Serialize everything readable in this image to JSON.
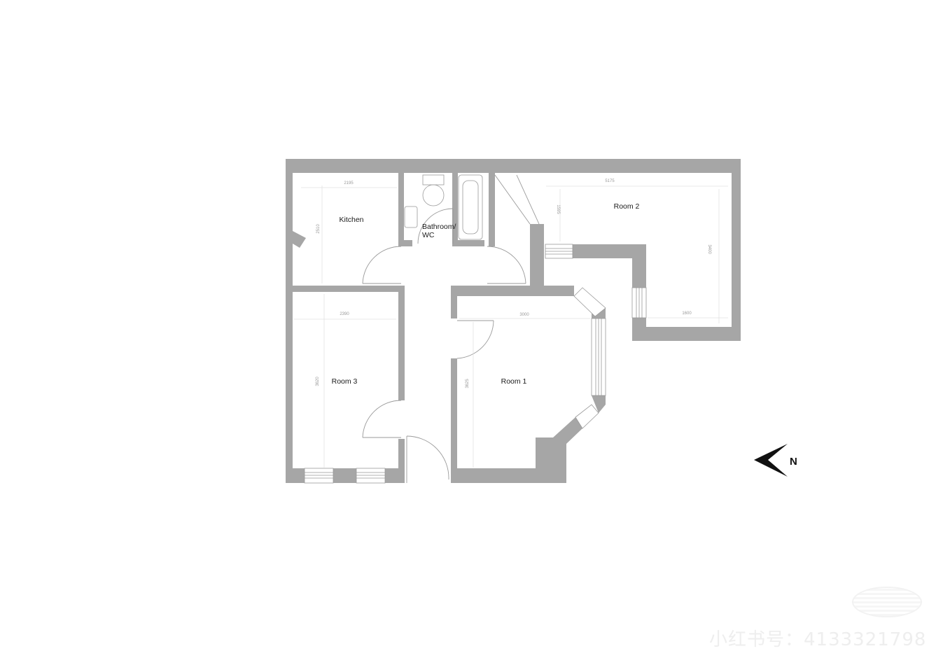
{
  "floor_plan": {
    "colors": {
      "wall": "#a6a6a6",
      "background": "#ffffff",
      "line": "#b0b0b0",
      "label": "#1a1a1a",
      "dimension": "#9a9a9a"
    },
    "rooms": [
      {
        "name": "Kitchen",
        "dimensions": {
          "width": "2195",
          "depth": "2510"
        }
      },
      {
        "name": "Bathroom/",
        "name_line2": "WC"
      },
      {
        "name": "Room 2",
        "dimensions": {
          "width": "5175",
          "depth_left": "1595",
          "depth_right": "3400",
          "bottom_width": "1600"
        }
      },
      {
        "name": "Room 3",
        "dimensions": {
          "width": "2390",
          "depth": "3620"
        }
      },
      {
        "name": "Room 1",
        "dimensions": {
          "width": "3000",
          "depth": "3625"
        }
      }
    ],
    "compass": {
      "letter": "N",
      "icon": "north-arrow-icon"
    }
  },
  "watermark": {
    "text": "小红书号：4133321798"
  }
}
